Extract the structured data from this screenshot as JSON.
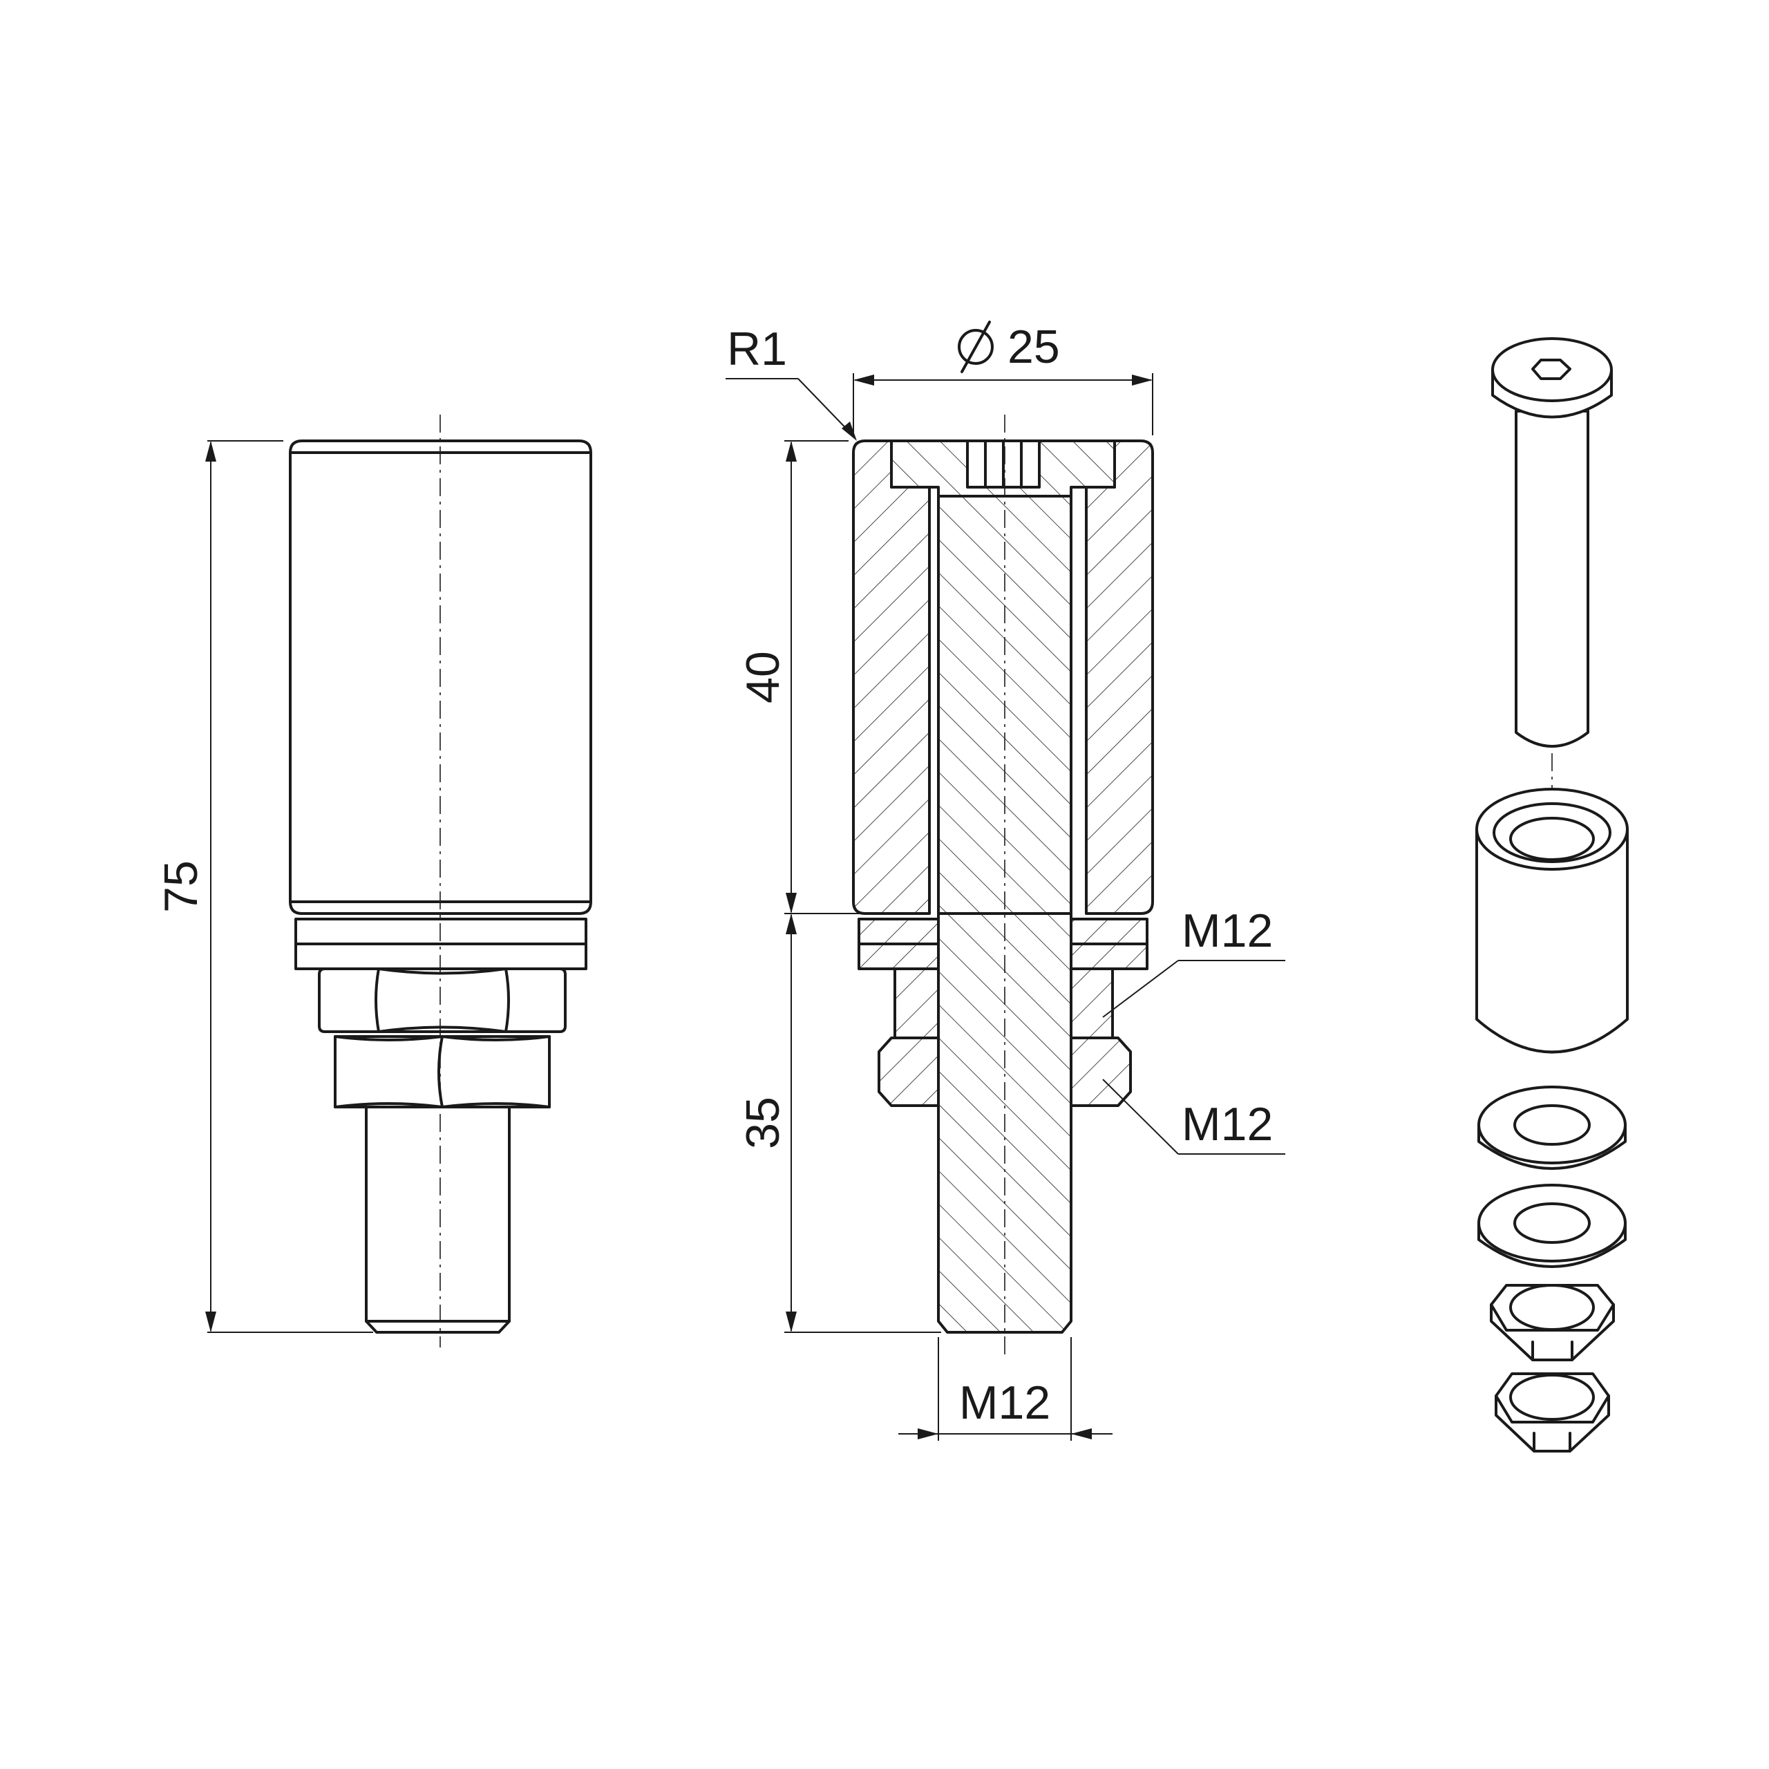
{
  "dimensions": {
    "overall_height": "75",
    "upper_height": "40",
    "lower_height": "35",
    "diameter": "25",
    "radius": "R1",
    "thread_nut_upper": "M12",
    "thread_nut_lower": "M12",
    "thread_shaft": "M12"
  },
  "symbols": {
    "diameter_symbol": "diameter-symbol-icon"
  }
}
